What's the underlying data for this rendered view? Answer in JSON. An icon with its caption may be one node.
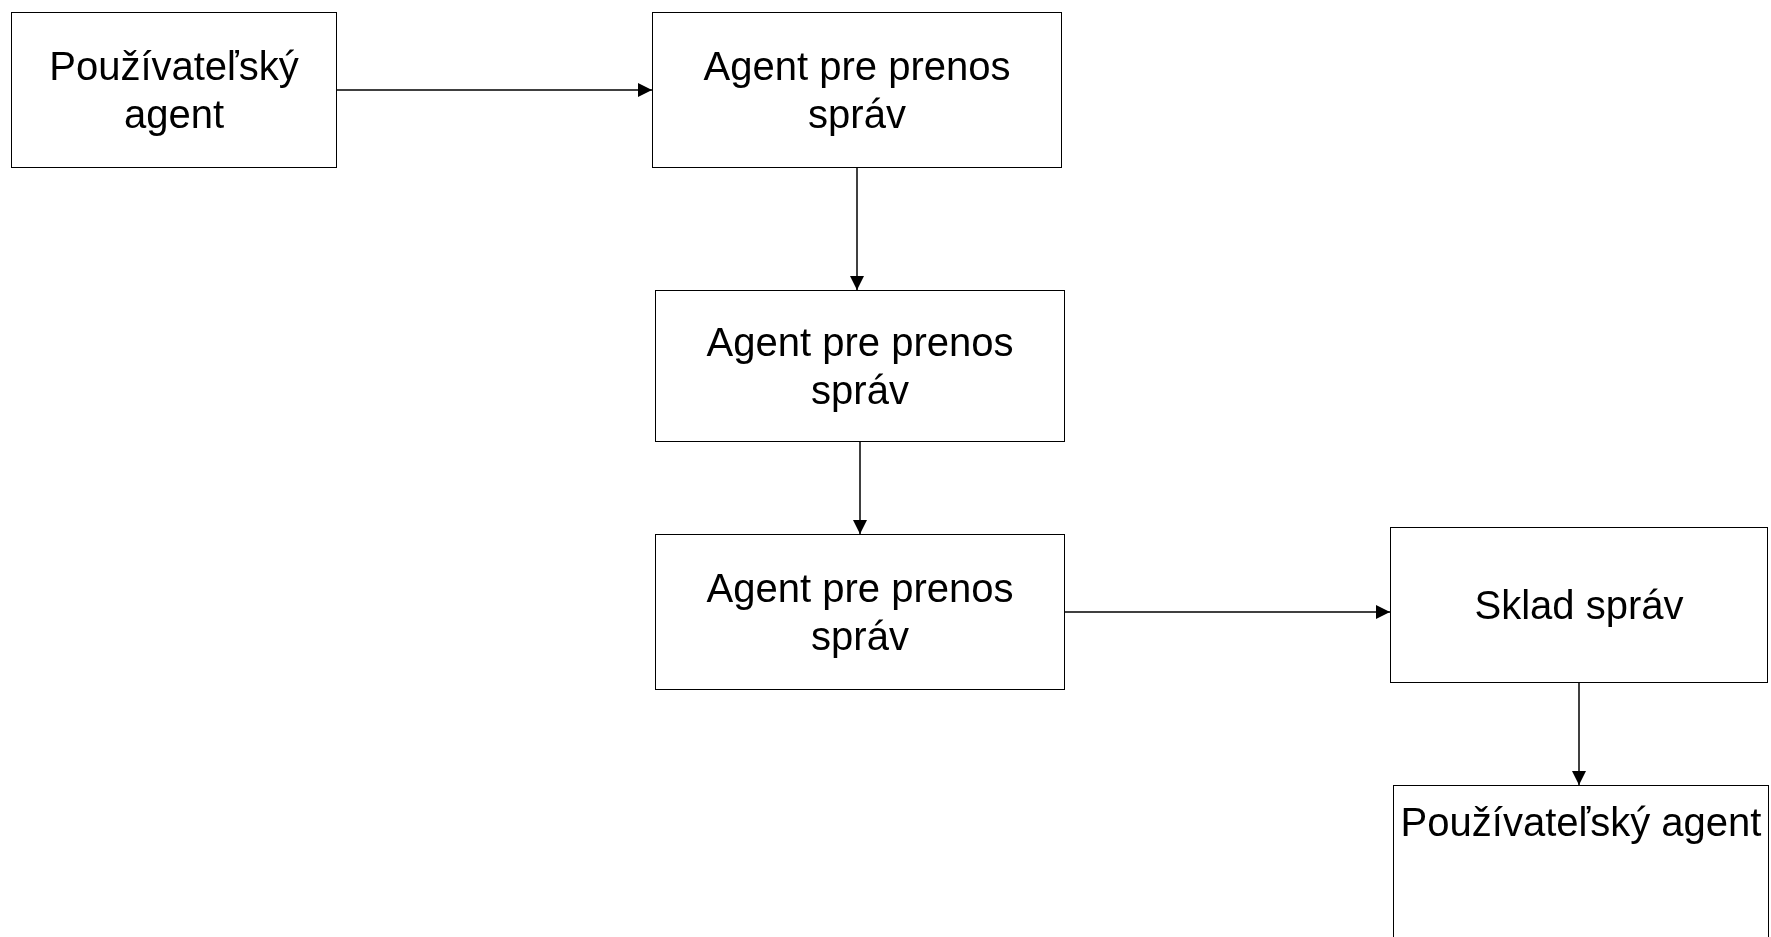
{
  "diagram": {
    "nodes": [
      {
        "text": [
          "Používateľský agent"
        ]
      },
      {
        "text": [
          "Agent pre prenos správ"
        ]
      },
      {
        "text": [
          "Agent pre prenos správ"
        ]
      },
      {
        "text": [
          "Agent pre prenos správ"
        ]
      },
      {
        "text": [
          "Sklad správ"
        ]
      },
      {
        "text": [
          "Používateľský agent"
        ]
      }
    ],
    "edges": [
      {
        "from": 0,
        "to": 1,
        "arrow": "to"
      },
      {
        "from": 1,
        "to": 2,
        "arrow": "to"
      },
      {
        "from": 2,
        "to": 3,
        "arrow": "to"
      },
      {
        "from": 3,
        "to": 4,
        "arrow": "to"
      },
      {
        "from": 4,
        "to": 5,
        "arrow": "to"
      }
    ]
  }
}
